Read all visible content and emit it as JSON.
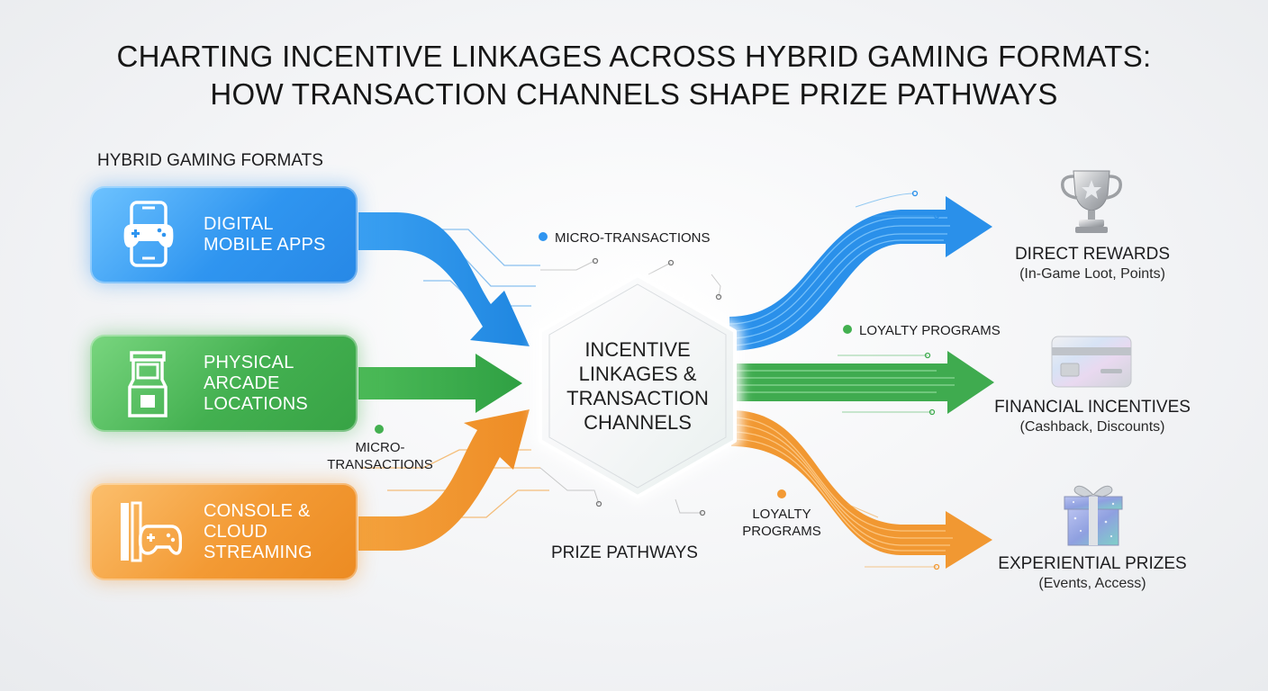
{
  "title_line1": "CHARTING INCENTIVE LINKAGES ACROSS HYBRID GAMING FORMATS:",
  "title_line2": "HOW TRANSACTION CHANNELS SHAPE PRIZE PATHWAYS",
  "sources": {
    "heading": "HYBRID GAMING FORMATS",
    "items": [
      {
        "line1": "DIGITAL",
        "line2": "MOBILE APPS",
        "line3": "",
        "color": "#2f95f0",
        "icon": "mobile-gamepad-icon"
      },
      {
        "line1": "PHYSICAL",
        "line2": "ARCADE",
        "line3": "LOCATIONS",
        "color": "#43b050",
        "icon": "arcade-cabinet-icon"
      },
      {
        "line1": "CONSOLE &",
        "line2": "CLOUD",
        "line3": "STREAMING",
        "color": "#f39a34",
        "icon": "console-controller-icon"
      }
    ]
  },
  "hub": {
    "line1": "INCENTIVE",
    "line2": "LINKAGES &",
    "line3": "TRANSACTION",
    "line4": "CHANNELS"
  },
  "channels": {
    "micro_top": "MICRO-TRANSACTIONS",
    "micro_left_line1": "MICRO-",
    "micro_left_line2": "TRANSACTIONS",
    "loyalty_right": "LOYALTY PROGRAMS",
    "loyalty_bottom_line1": "LOYALTY",
    "loyalty_bottom_line2": "PROGRAMS"
  },
  "prize_pathways": "PRIZE PATHWAYS",
  "outcomes": [
    {
      "title": "DIRECT REWARDS",
      "subtitle": "(In-Game Loot, Points)",
      "icon": "trophy-icon"
    },
    {
      "title": "FINANCIAL INCENTIVES",
      "subtitle": "(Cashback, Discounts)",
      "icon": "credit-card-icon"
    },
    {
      "title": "EXPERIENTIAL PRIZES",
      "subtitle": "(Events, Access)",
      "icon": "gift-box-icon"
    }
  ],
  "colors": {
    "blue": "#2f95f0",
    "green": "#43b050",
    "orange": "#f39a34"
  }
}
